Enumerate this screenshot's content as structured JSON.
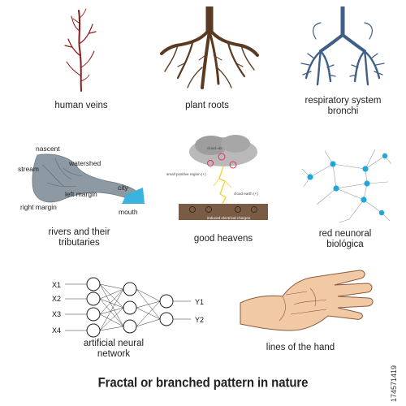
{
  "title": "Fractal or branched pattern in nature",
  "stock_id": "174571419",
  "colors": {
    "veins": "#8b1a1a",
    "roots": "#5a3b22",
    "bronchi": "#3f5f86",
    "river": "#7d8b96",
    "water": "#3bb3e0",
    "neuron": "#1fa7d8",
    "soil": "#7a5c44",
    "skin": "#f2c9a5"
  },
  "panels": {
    "veins": {
      "caption": "human veins",
      "icon": "veins-icon"
    },
    "roots": {
      "caption": "plant roots",
      "icon": "roots-icon"
    },
    "bronchi": {
      "caption_line1": "respiratory system",
      "caption_line2": "bronchi",
      "icon": "lungs-icon"
    },
    "rivers": {
      "caption_line1": "rivers and their",
      "caption_line2": "tributaries",
      "labels": {
        "nascent": "nascent",
        "stream": "stream",
        "watershed": "watershed",
        "left_margin": "left margin",
        "right_margin": "right margin",
        "city": "city",
        "mouth": "mouth"
      }
    },
    "heavens": {
      "caption": "good heavens",
      "labels": {
        "cloud_air": "cloud–air",
        "positive": "small positive region (+)",
        "cloud_earth": "cloud earth (+)",
        "induced": "induced electrical charges"
      }
    },
    "neurons": {
      "caption_line1": "red neunoral",
      "caption_line2": "biológica",
      "icon": "neuron-network-icon"
    },
    "network": {
      "caption_line1": "artificial neural",
      "caption_line2": "network",
      "inputs": [
        "X1",
        "X2",
        "X3",
        "X4"
      ],
      "outputs": [
        "Y1",
        "Y2"
      ]
    },
    "hand": {
      "caption": "lines of the hand",
      "icon": "hand-icon"
    }
  }
}
